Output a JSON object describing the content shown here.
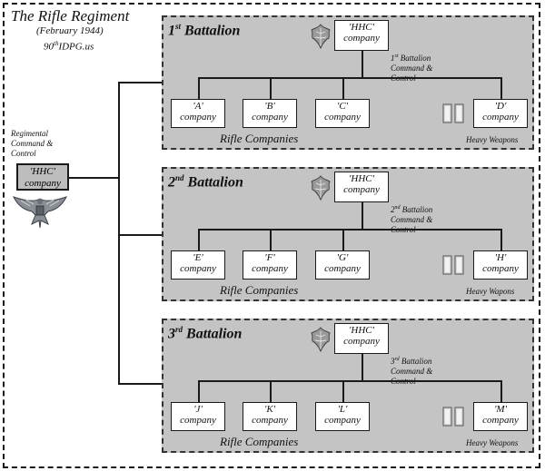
{
  "header": {
    "title": "The Rifle Regiment",
    "subtitle": "(February 1944)",
    "source_prefix": "90",
    "source_sup": "th",
    "source_suffix": "IDPG.us"
  },
  "regiment": {
    "label_line1": "Regimental",
    "label_line2": "Command &",
    "label_line3": "Control",
    "hhc_line1": "'HHC'",
    "hhc_line2": "company",
    "insignia_icon": "colonel-eagle-icon"
  },
  "battalions": [
    {
      "num": "1",
      "sup": "st",
      "name": "Battalion",
      "hhc_line1": "'HHC'",
      "hhc_line2": "company",
      "cc_num": "1",
      "cc_sup": "st",
      "cc_line1": "Battalion",
      "cc_line2": "Command &",
      "cc_line3": "Control",
      "rifle_label": "Rifle Companies",
      "heavy_label": "Heavy Weapons",
      "companies": [
        {
          "line1": "'A'",
          "line2": "company"
        },
        {
          "line1": "'B'",
          "line2": "company"
        },
        {
          "line1": "'C'",
          "line2": "company"
        },
        {
          "line1": "'D'",
          "line2": "company"
        }
      ]
    },
    {
      "num": "2",
      "sup": "nd",
      "name": "Battalion",
      "hhc_line1": "'HHC'",
      "hhc_line2": "company",
      "cc_num": "2",
      "cc_sup": "nd",
      "cc_line1": "Battalion",
      "cc_line2": "Command &",
      "cc_line3": "Control",
      "rifle_label": "Rifle Companies",
      "heavy_label": "Heavy Wapons",
      "companies": [
        {
          "line1": "'E'",
          "line2": "company"
        },
        {
          "line1": "'F'",
          "line2": "company"
        },
        {
          "line1": "'G'",
          "line2": "company"
        },
        {
          "line1": "'H'",
          "line2": "company"
        }
      ]
    },
    {
      "num": "3",
      "sup": "rd",
      "name": "Battalion",
      "hhc_line1": "'HHC'",
      "hhc_line2": "company",
      "cc_num": "3",
      "cc_sup": "rd",
      "cc_line1": "Battalion",
      "cc_line2": "Command &",
      "cc_line3": "Control",
      "rifle_label": "Rifle Companies",
      "heavy_label": "Heavy Weapons",
      "companies": [
        {
          "line1": "'J'",
          "line2": "company"
        },
        {
          "line1": "'K'",
          "line2": "company"
        },
        {
          "line1": "'L'",
          "line2": "company"
        },
        {
          "line1": "'M'",
          "line2": "company"
        }
      ]
    }
  ],
  "icons": {
    "battalion_insignia": "major-oak-leaf-icon",
    "heavy_weapons_insignia": "captain-bars-icon"
  },
  "colors": {
    "battalion_bg": "#c4c4c4",
    "regiment_box_bg": "#bdbdbd",
    "line": "#1a1a1a"
  }
}
